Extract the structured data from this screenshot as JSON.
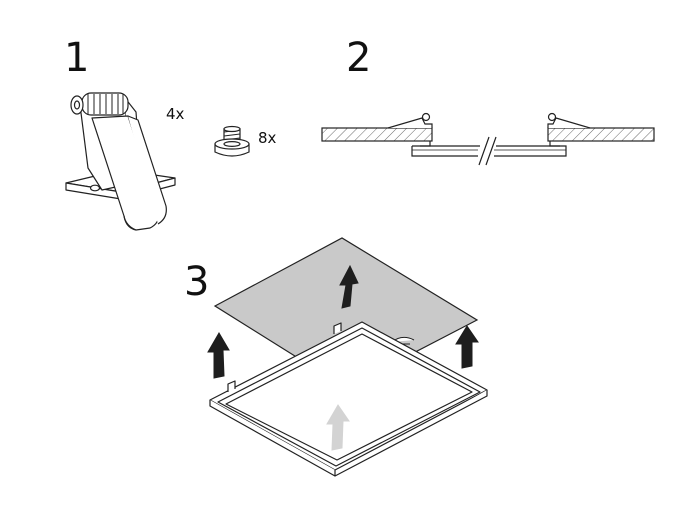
{
  "steps": [
    {
      "number": "1",
      "quantities": [
        "4x",
        "8x"
      ],
      "items": [
        "spring-clip-icon",
        "screw-icon"
      ]
    },
    {
      "number": "2",
      "items": [
        "ceiling-cross-section-icon"
      ]
    },
    {
      "number": "3",
      "items": [
        "ceiling-tile-removed-icon",
        "panel-frame-icon",
        "lift-arrow-icon",
        "light-arrow-icon"
      ]
    }
  ],
  "colors": {
    "line": "#222222",
    "tile": "#c9c9c9",
    "arrow_dark": "#1e1e1e",
    "arrow_light": "#d0d0d0"
  }
}
